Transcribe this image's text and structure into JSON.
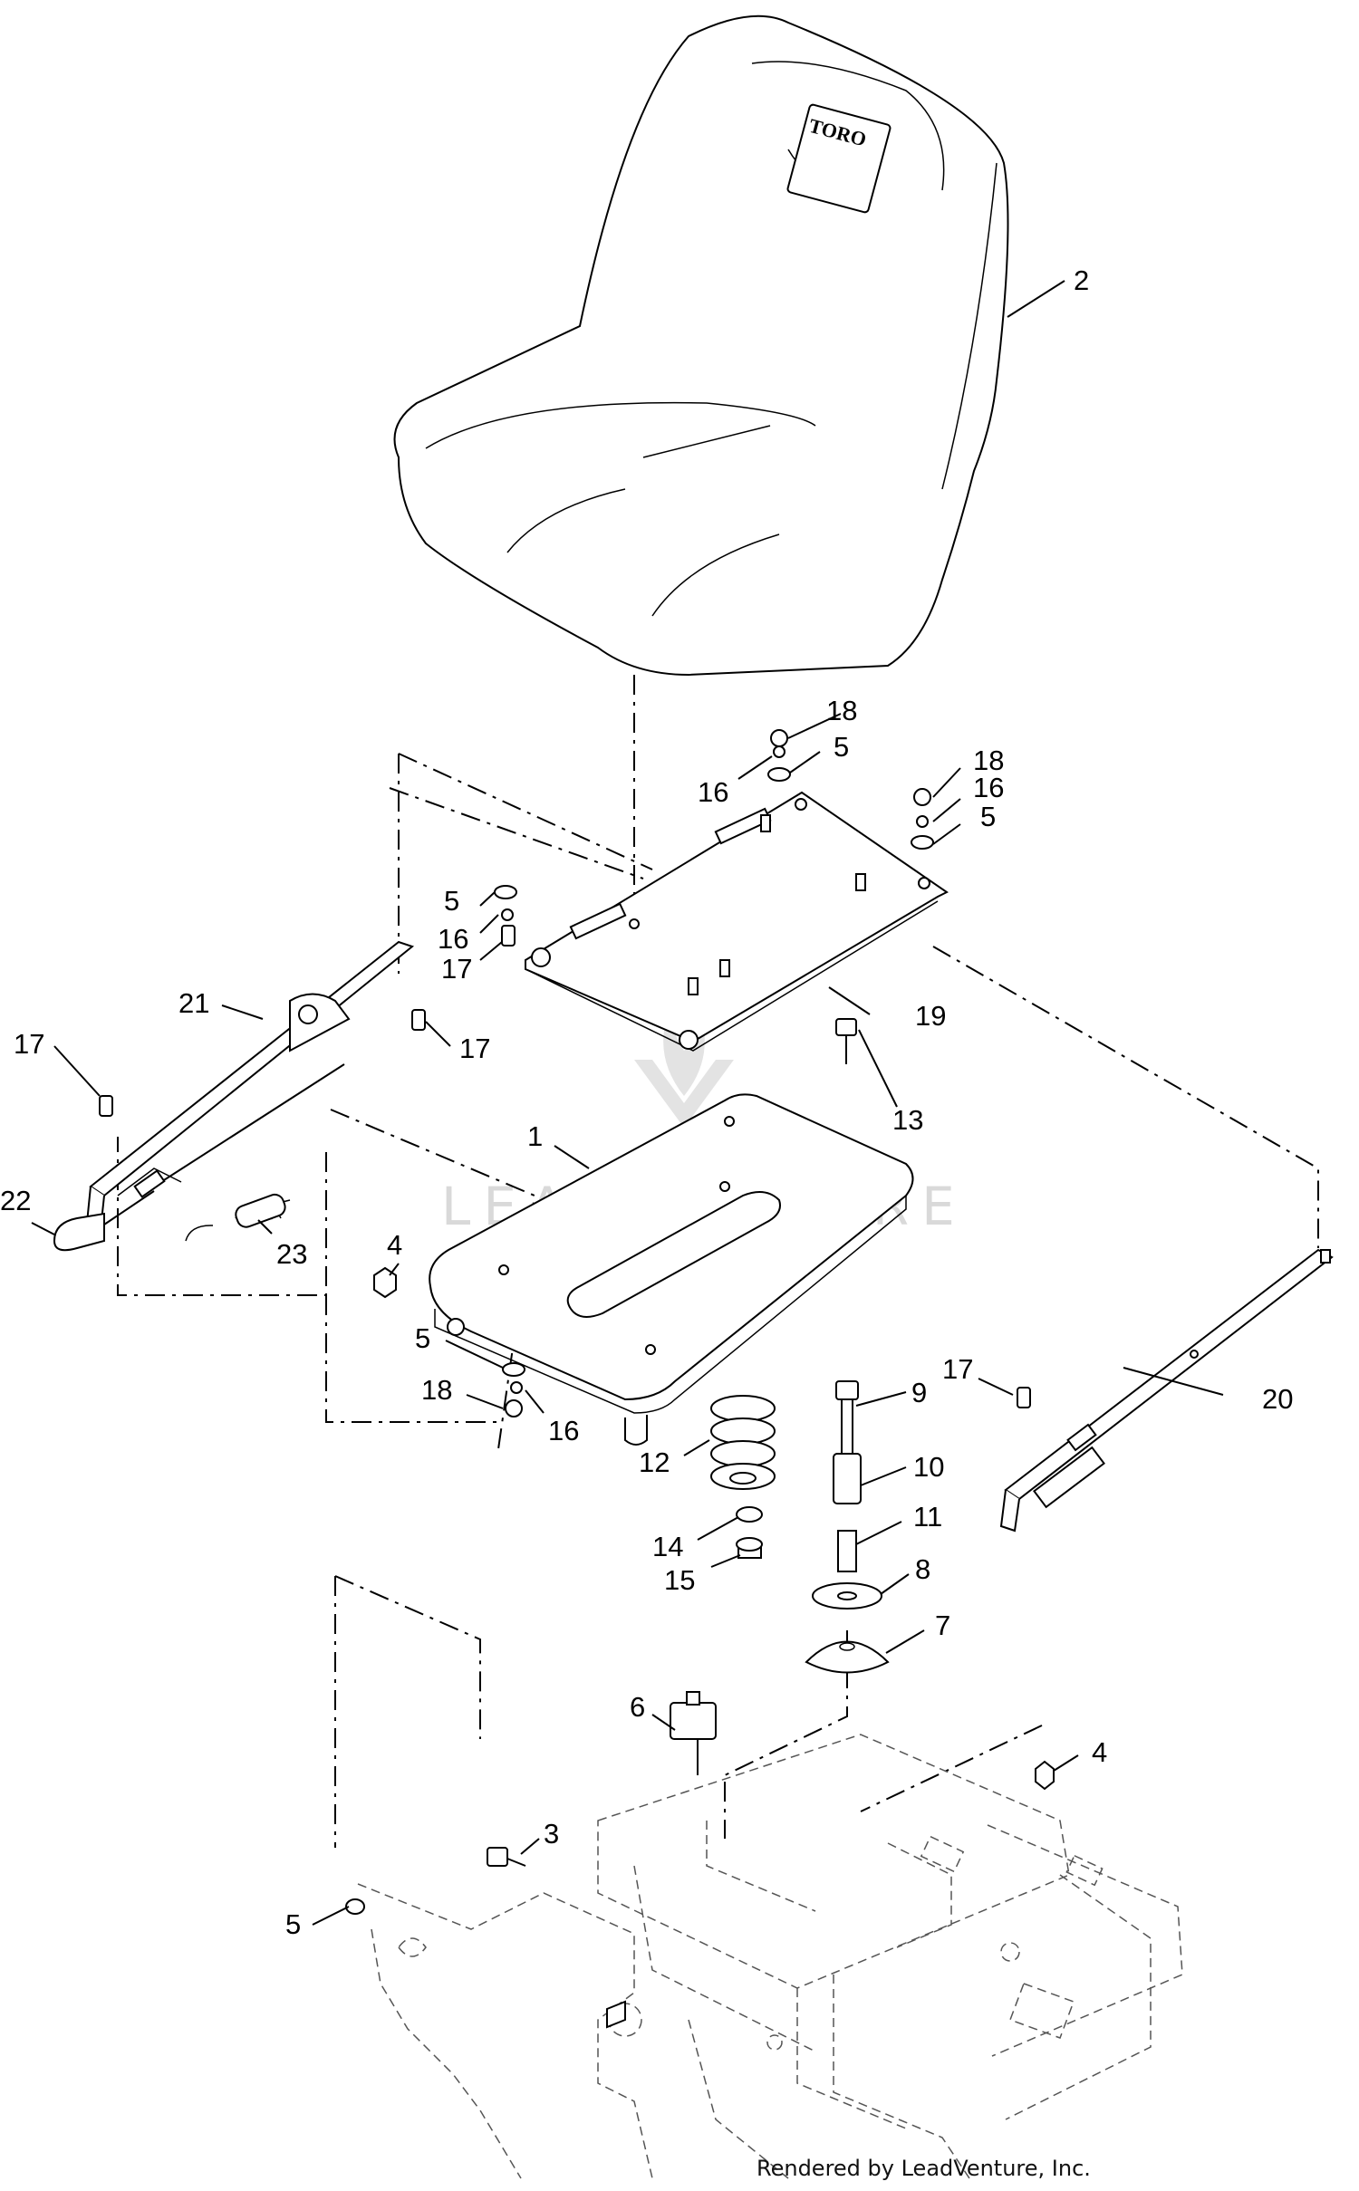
{
  "diagram": {
    "brand_mark": "TORO",
    "watermark": "LEADVENTURE",
    "footer": "Rendered by LeadVenture, Inc.",
    "callouts": [
      {
        "id": "c2",
        "text": "2"
      },
      {
        "id": "c18a",
        "text": "18"
      },
      {
        "id": "c5a",
        "text": "5"
      },
      {
        "id": "c16a",
        "text": "16"
      },
      {
        "id": "c18b",
        "text": "18"
      },
      {
        "id": "c16b",
        "text": "16"
      },
      {
        "id": "c5b",
        "text": "5"
      },
      {
        "id": "c5c",
        "text": "5"
      },
      {
        "id": "c16c",
        "text": "16"
      },
      {
        "id": "c17a",
        "text": "17"
      },
      {
        "id": "c21",
        "text": "21"
      },
      {
        "id": "c17b",
        "text": "17"
      },
      {
        "id": "c17c",
        "text": "17"
      },
      {
        "id": "c19",
        "text": "19"
      },
      {
        "id": "c13",
        "text": "13"
      },
      {
        "id": "c1",
        "text": "1"
      },
      {
        "id": "c22",
        "text": "22"
      },
      {
        "id": "c23",
        "text": "23"
      },
      {
        "id": "c4a",
        "text": "4"
      },
      {
        "id": "c5d",
        "text": "5"
      },
      {
        "id": "c18c",
        "text": "18"
      },
      {
        "id": "c16d",
        "text": "16"
      },
      {
        "id": "c9",
        "text": "9"
      },
      {
        "id": "c17d",
        "text": "17"
      },
      {
        "id": "c20",
        "text": "20"
      },
      {
        "id": "c12",
        "text": "12"
      },
      {
        "id": "c10",
        "text": "10"
      },
      {
        "id": "c11",
        "text": "11"
      },
      {
        "id": "c14",
        "text": "14"
      },
      {
        "id": "c15",
        "text": "15"
      },
      {
        "id": "c8",
        "text": "8"
      },
      {
        "id": "c7",
        "text": "7"
      },
      {
        "id": "c6",
        "text": "6"
      },
      {
        "id": "c4b",
        "text": "4"
      },
      {
        "id": "c3",
        "text": "3"
      },
      {
        "id": "c5e",
        "text": "5"
      }
    ]
  }
}
